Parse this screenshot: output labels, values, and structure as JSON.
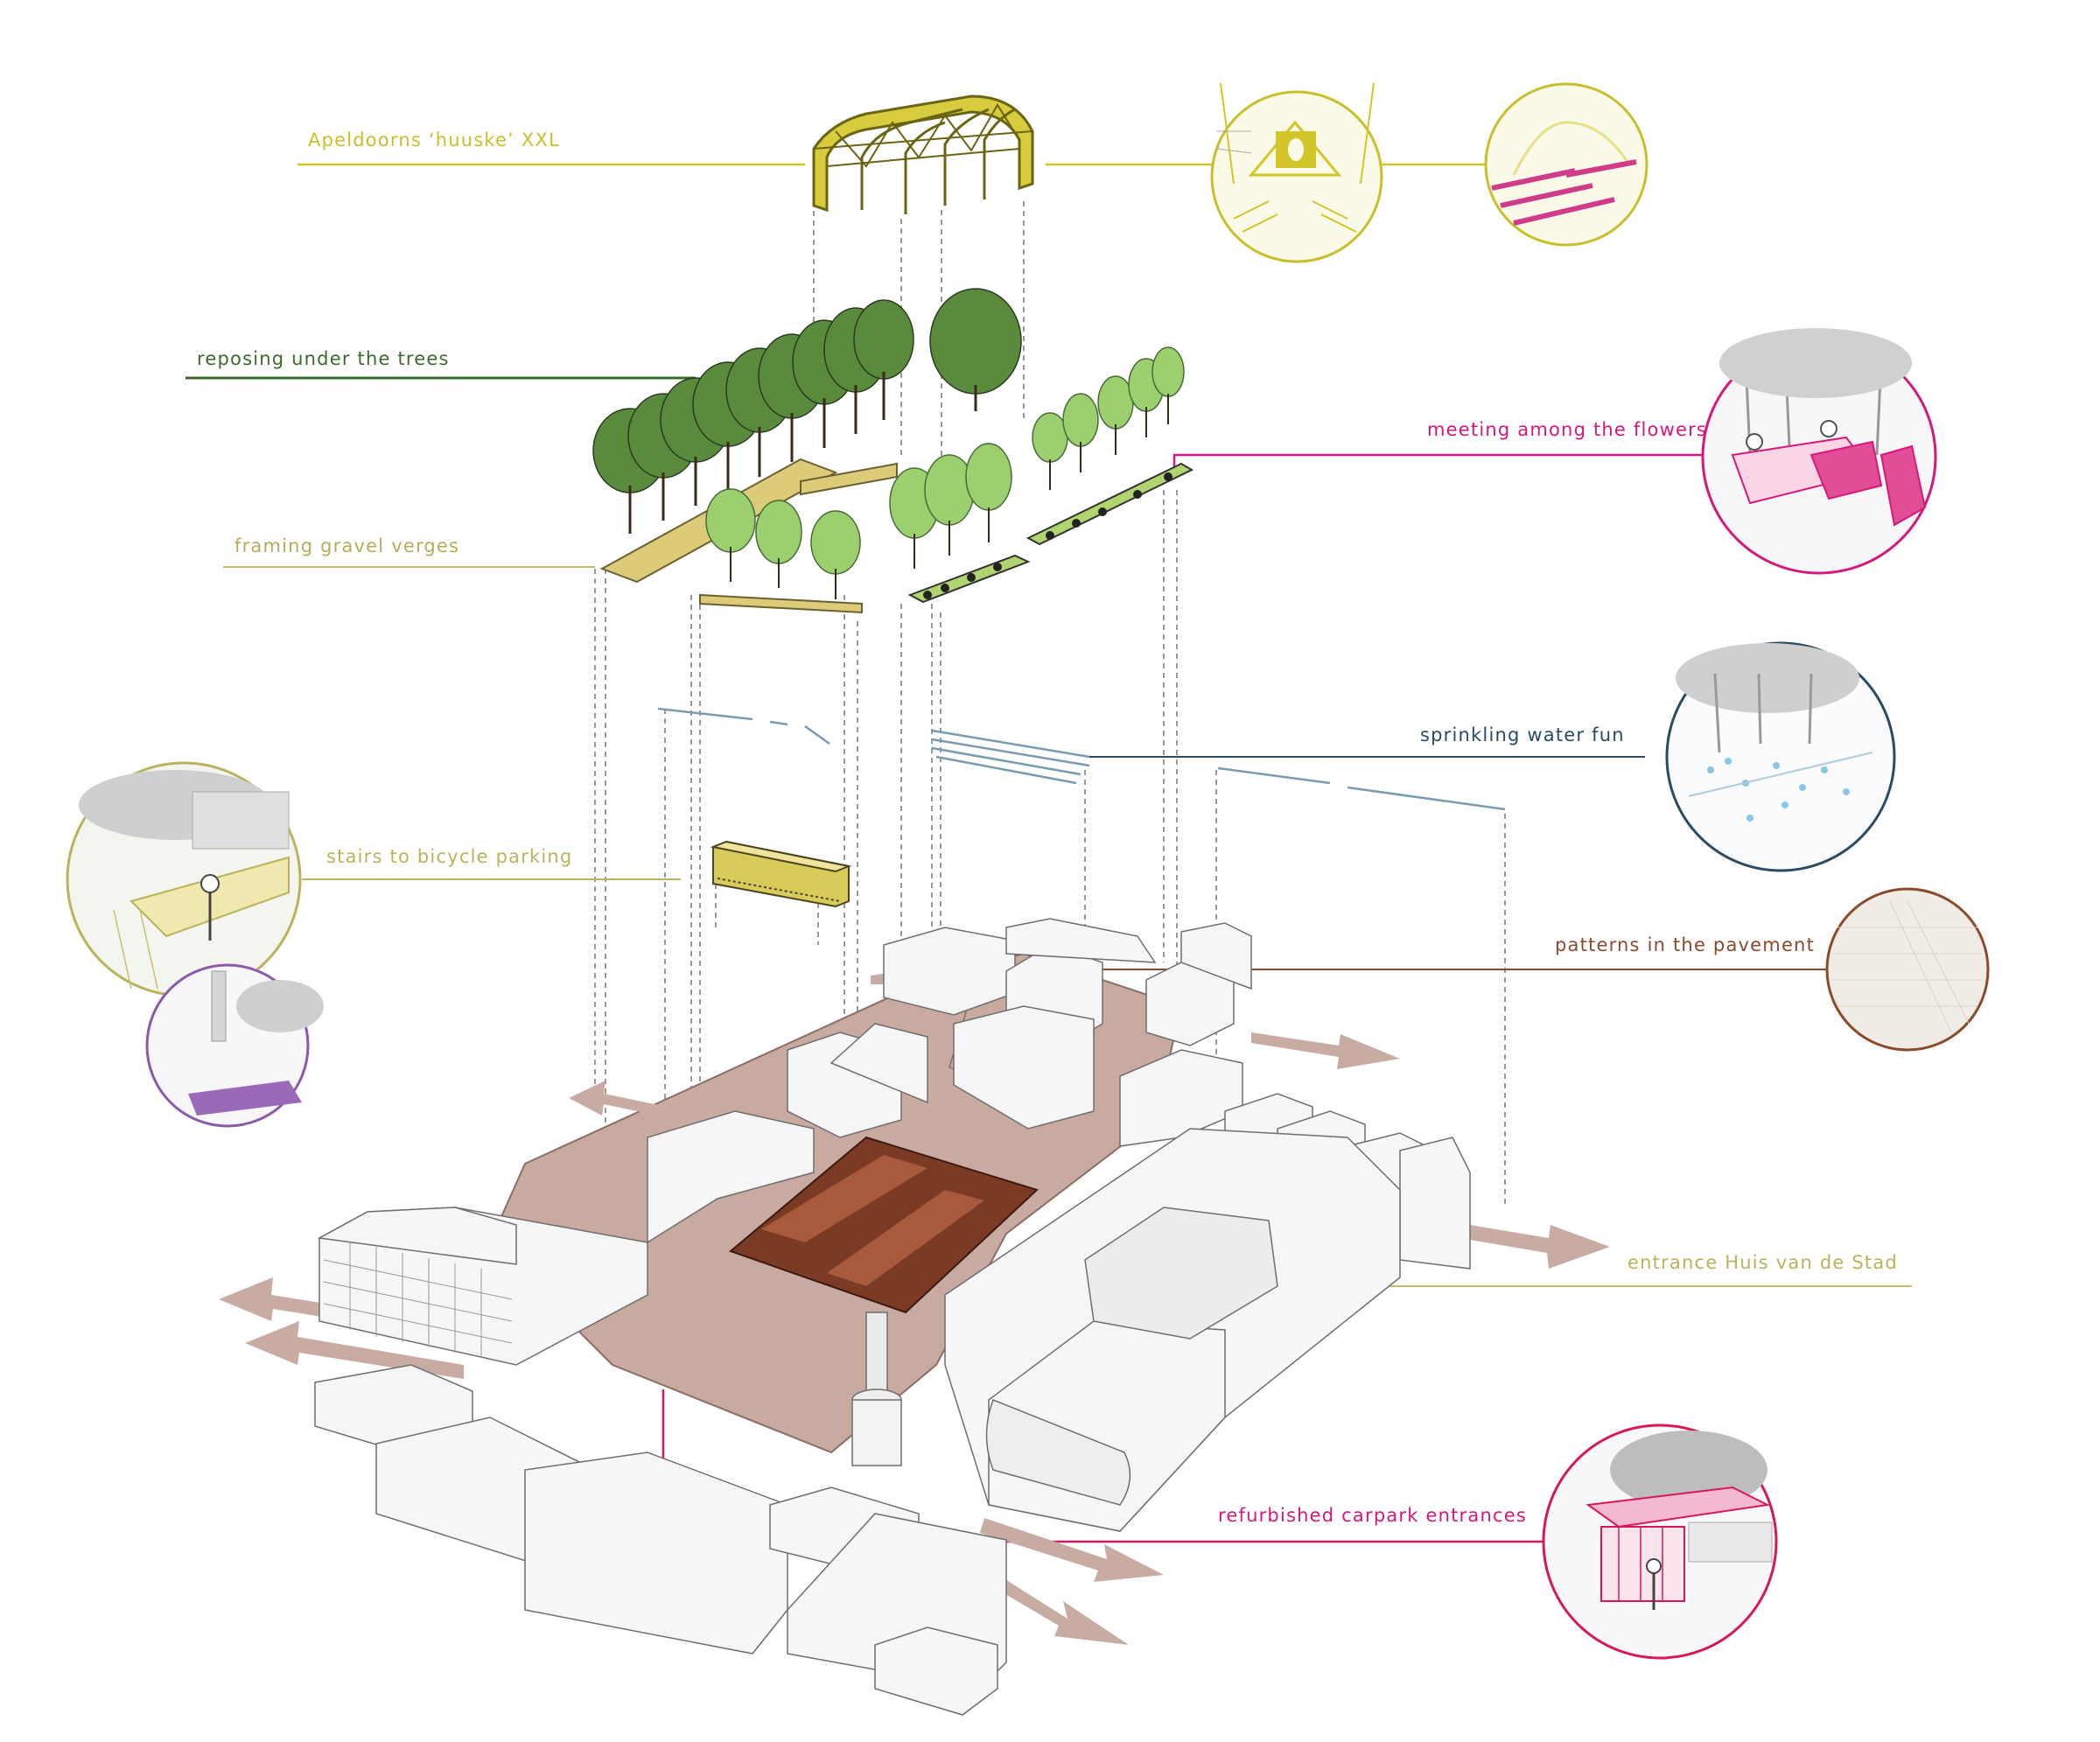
{
  "labels": {
    "huuske": "Apeldoorns ‘huuske’ XXL",
    "trees": "reposing under the trees",
    "gravel": "framing gravel verges",
    "flowers": "meeting among the flowers",
    "water": "sprinkling water fun",
    "stairs": "stairs to bicycle parking",
    "pavement": "patterns in the pavement",
    "entrance": "entrance Huis van de Stad",
    "carpark": "refurbished carpark entrances"
  },
  "colors": {
    "huuske": "#d3c629",
    "trees": "#3c6a2c",
    "gravel": "#c5bd6b",
    "flowers": "#d6187a",
    "water": "#2a4b64",
    "stairs": "#b9b35c",
    "pavement": "#8a4a2c",
    "entrance": "#c2bd6a",
    "carpark": "#d6185a",
    "square": "#c9aaa0",
    "arrow": "#c8aca4",
    "violet": "#8a5aa8"
  }
}
